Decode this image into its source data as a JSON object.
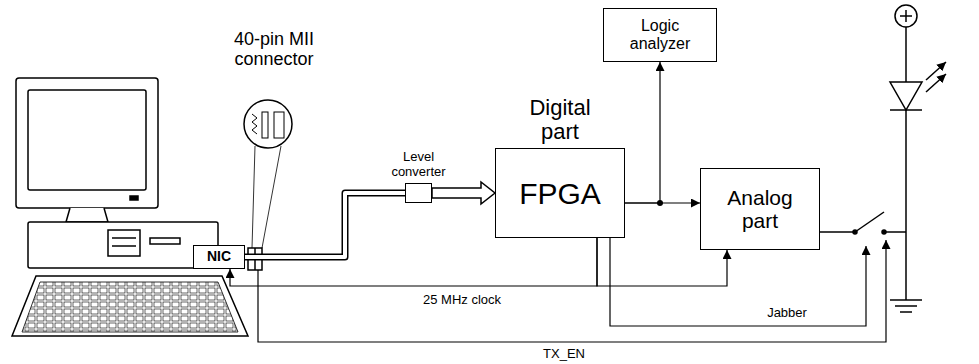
{
  "diagram": {
    "nodes": [
      {
        "text": [
          "NIC"
        ]
      },
      {
        "text": [
          "Level converter"
        ]
      },
      {
        "text": [
          "Digital part",
          "FPGA"
        ]
      },
      {
        "text": [
          "Logic analyzer"
        ]
      },
      {
        "text": [
          "Analog part"
        ]
      }
    ],
    "edges": [
      {
        "from": 0,
        "to": 1,
        "arrow": "none"
      },
      {
        "from": 1,
        "to": 2,
        "arrow": "to"
      },
      {
        "from": 2,
        "to": 3,
        "arrow": "to"
      },
      {
        "from": 2,
        "to": 4,
        "arrow": "to"
      },
      {
        "from": 2,
        "to": 0,
        "label": "25 MHz clock",
        "arrow": "to"
      },
      {
        "from": 2,
        "to": 4,
        "arrow": "to"
      }
    ],
    "labels": [
      "40-pin MII connector",
      "Jabber",
      "TX_EN"
    ]
  }
}
